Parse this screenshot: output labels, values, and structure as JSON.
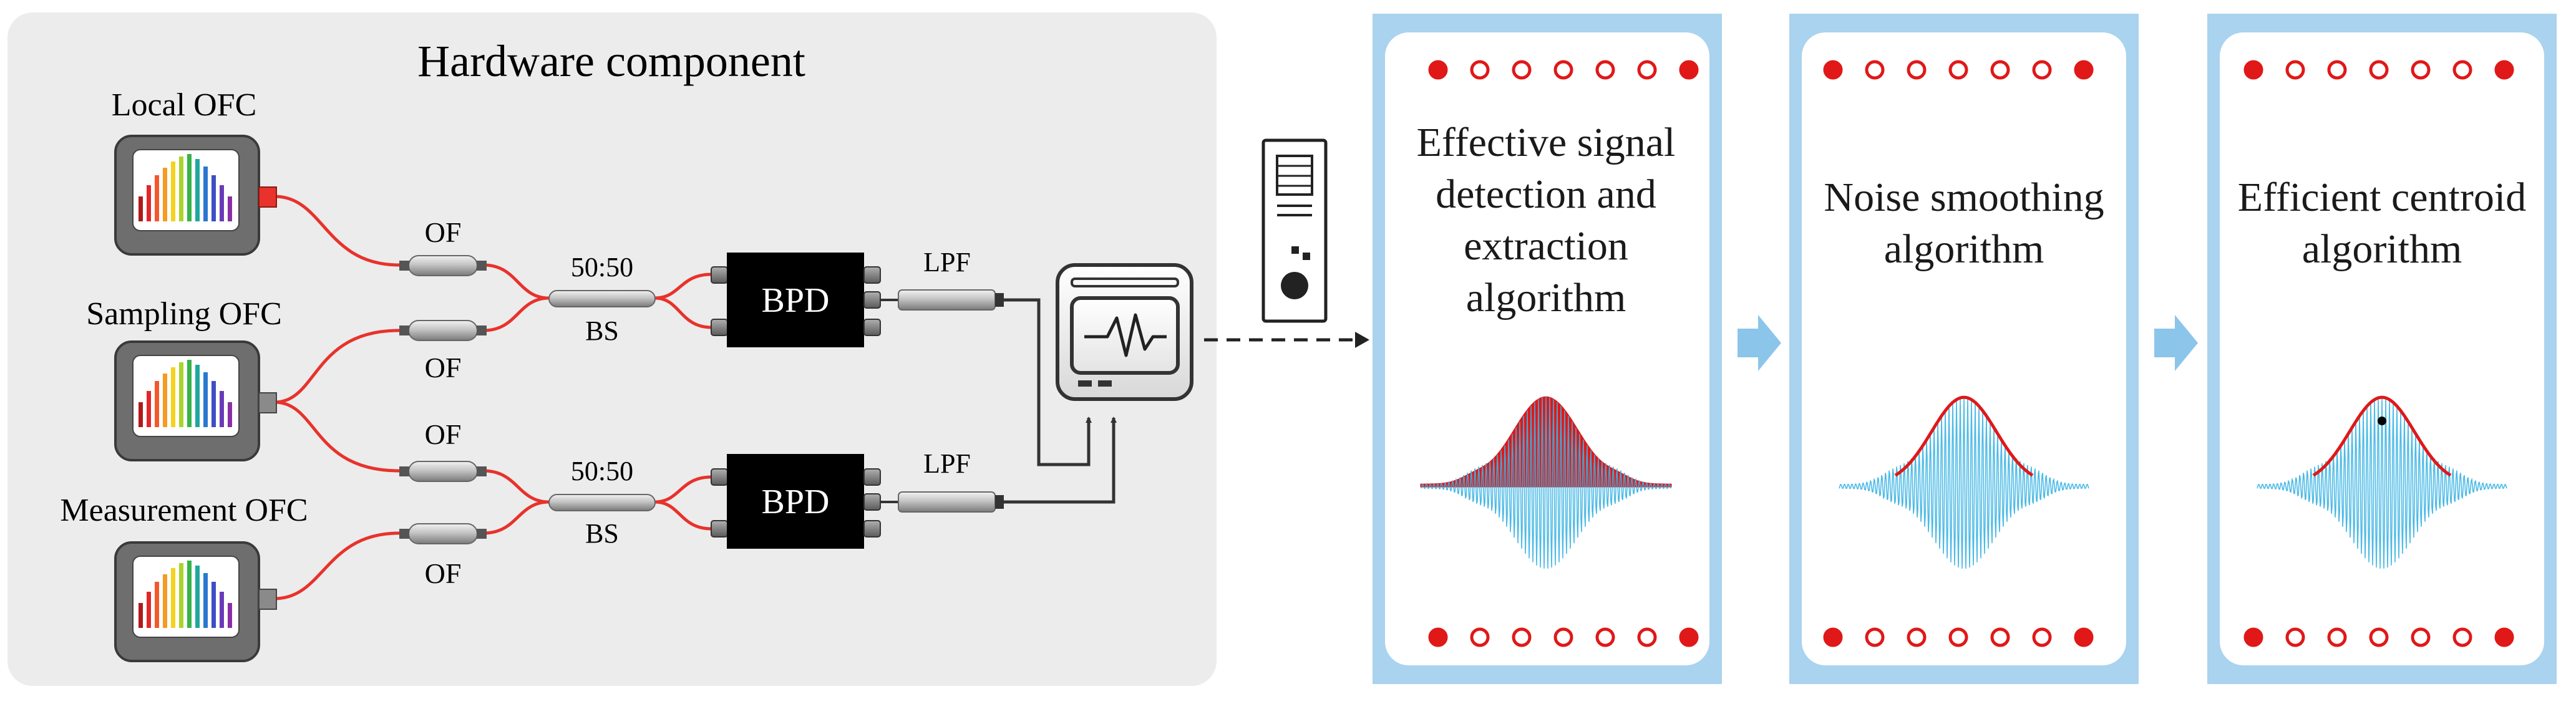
{
  "hardware": {
    "title": "Hardware component",
    "sources": {
      "local": "Local OFC",
      "sampling": "Sampling OFC",
      "measurement": "Measurement OFC"
    },
    "filter_label": "OF",
    "splitter_ratio": "50:50",
    "splitter_label": "BS",
    "detector_label": "BPD",
    "lowpass_label": "LPF"
  },
  "algorithms": {
    "panel1_title": [
      "Effective signal",
      "detection and",
      "extraction",
      "algorithm"
    ],
    "panel2_title": [
      "Noise smoothing",
      "algorithm"
    ],
    "panel3_title": [
      "Efficient centroid",
      "algorithm"
    ]
  },
  "colors": {
    "hardware_bg": "#ececec",
    "fiber": "#e8322b",
    "panel_border": "#a9d3ee",
    "panel_bg": "#ffffff",
    "dot_red": "#e01818",
    "arrow_blue": "#8cc5ea",
    "signal_blue": "#39b3e3",
    "envelope_red": "#e01818",
    "detector_fill": "#000000"
  }
}
